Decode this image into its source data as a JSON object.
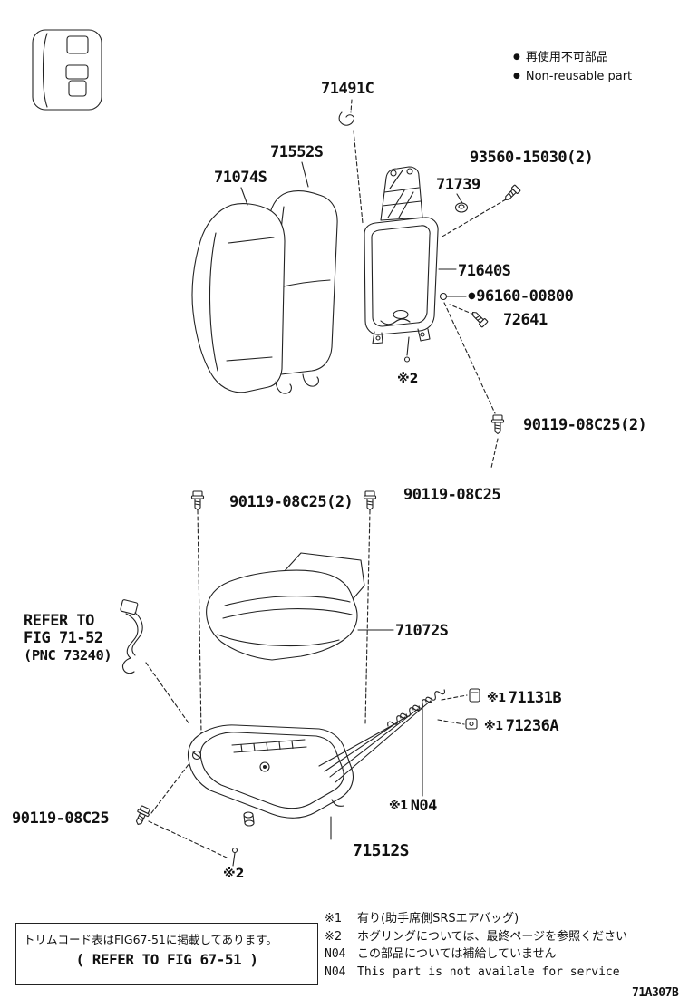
{
  "legend": {
    "bullet": "●",
    "jp": "再使用不可部品",
    "en": "Non-reusable part"
  },
  "parts": {
    "p71491c": "71491C",
    "p71552s": "71552S",
    "p71074s": "71074S",
    "p93560": "93560-15030(2)",
    "p71739": "71739",
    "p71640s": "71640S",
    "p96160_marker": "●",
    "p96160": "96160-00800",
    "p72641": "72641",
    "p90119_upper_right": "90119-08C25(2)",
    "p90119_mid_left": "90119-08C25(2)",
    "p90119_mid_right": "90119-08C25",
    "p71072s": "71072S",
    "p71131b": {
      "prefix": "※1",
      "number": "71131B"
    },
    "p71236a": {
      "prefix": "※1",
      "number": "71236A"
    },
    "p90119_bottom_left": "90119-08C25",
    "n04_callout": {
      "prefix": "※1",
      "number": "N04"
    },
    "p71512s": "71512S",
    "marker_star2_upper": "※2",
    "marker_star2_lower": "※2"
  },
  "refer_fig": {
    "line1": "REFER TO",
    "line2": "FIG 71-52",
    "line3": "(PNC 73240)"
  },
  "trim_box": {
    "line1": "トリムコード表はFIG67-51に掲載してあります。",
    "line2": "( REFER TO FIG 67-51 )"
  },
  "notes": [
    {
      "key": "※1",
      "text": "有り(助手席側SRSエアバッグ)"
    },
    {
      "key": "※2",
      "text": "ホグリングについては、最終ページを参照ください"
    },
    {
      "key": "N04",
      "text": "この部品については補給していません"
    },
    {
      "key": "N04",
      "text": "This part is not availale for service"
    }
  ],
  "doc_id": "71A307B"
}
